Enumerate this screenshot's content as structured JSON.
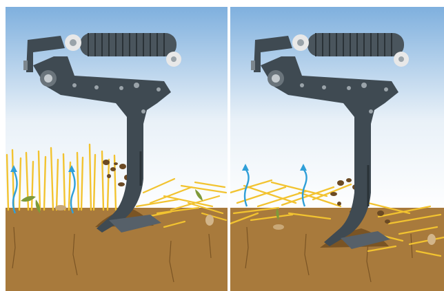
{
  "illustration": {
    "panels": [
      {
        "id": "left",
        "stubble_state": "standing",
        "shows_moisture_arrows": true
      },
      {
        "id": "right",
        "stubble_state": "flattened",
        "shows_moisture_arrows": true
      }
    ],
    "colors": {
      "sky_top": "#7fb0de",
      "sky_bottom": "#ffffff",
      "soil": "#a87a3c",
      "soil_dark": "#8b5e2b",
      "frame": "#3f4a52",
      "spring": "#4a555d",
      "straw": "#f2c330",
      "moisture": "#2f9fd8"
    }
  }
}
